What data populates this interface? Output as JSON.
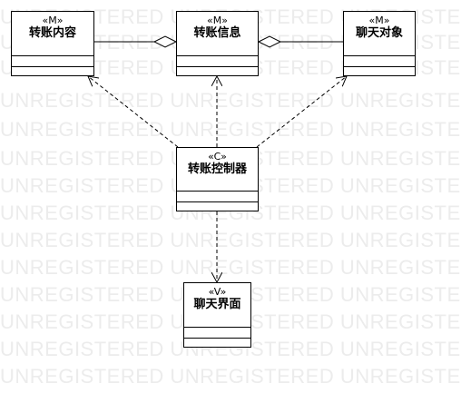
{
  "watermark_text": "UNREGISTERED UNREGISTERED UNREGISTERED",
  "classes": {
    "content": {
      "stereotype": "«M»",
      "name": "转账内容"
    },
    "info": {
      "stereotype": "«M»",
      "name": "转账信息"
    },
    "chat": {
      "stereotype": "«M»",
      "name": "聊天对象"
    },
    "controller": {
      "stereotype": "«C»",
      "name": "转账控制器"
    },
    "view": {
      "stereotype": "«V»",
      "name": "聊天界面"
    }
  },
  "colors": {
    "line": "#000000",
    "watermark": "#ececec",
    "background": "#ffffff"
  }
}
